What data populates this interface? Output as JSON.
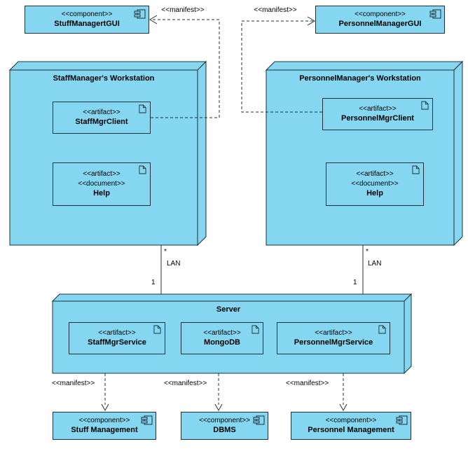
{
  "colors": {
    "fill": "#85d6f0",
    "border": "#1f3038",
    "text": "#000000",
    "bg": "#ffffff"
  },
  "labels": {
    "manifest": "<<manifest>>",
    "lan": "LAN",
    "many": "*",
    "one": "1"
  },
  "components": {
    "stuff_manager_gui": {
      "stereotype": "<<component>>",
      "name": "StuffManagertGUI"
    },
    "personnel_manager_gui": {
      "stereotype": "<<component>>",
      "name": "PersonnelManagerGUI"
    },
    "stuff_management": {
      "stereotype": "<<component>>",
      "name": "Stuff Management"
    },
    "dbms": {
      "stereotype": "<<component>>",
      "name": "DBMS"
    },
    "personnel_management": {
      "stereotype": "<<component>>",
      "name": "Personnel Management"
    }
  },
  "nodes": {
    "staff_workstation": "StaffManager's Workstation",
    "personnel_workstation": "PersonnelManager's Workstation",
    "server": "Server"
  },
  "artifacts": {
    "staff_mgr_client": {
      "stereotype": "<<artifact>>",
      "name": "StaffMgrClient"
    },
    "help_staff": {
      "stereotype": "<<artifact>>",
      "stereotype2": "<<document>>",
      "name": "Help"
    },
    "personnel_mgr_client": {
      "stereotype": "<<artifact>>",
      "name": "PersonnelMgrClient"
    },
    "help_personnel": {
      "stereotype": "<<artifact>>",
      "stereotype2": "<<document>>",
      "name": "Help"
    },
    "staff_mgr_service": {
      "stereotype": "<<artifact>>",
      "name": "StaffMgrService"
    },
    "mongodb": {
      "stereotype": "<<artifact>>",
      "name": "MongoDB"
    },
    "personnel_mgr_service": {
      "stereotype": "<<artifact>>",
      "name": "PersonnelMgrService"
    }
  }
}
